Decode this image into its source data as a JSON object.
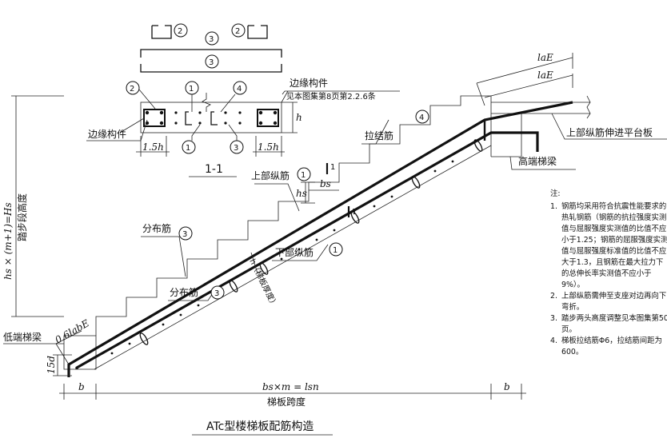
{
  "labels": {
    "edge_member_top": "边缘构件",
    "edge_member_ref": "见本图集第8页第2.2.6条",
    "edge_member_left": "边缘构件",
    "dim_1_5h_left": "1.5h",
    "dim_1_5h_right": "1.5h",
    "dim_h_section": "h",
    "section_label": "1-1",
    "tie_bar": "拉结筋",
    "upper_long_bar": "上部纵筋",
    "distribution_bar_1": "分布筋",
    "distribution_bar_2": "分布筋",
    "lower_long_bar": "下部纵筋",
    "slab_thickness": "h（梯板厚度）",
    "hs": "hs",
    "bs": "bs",
    "cut_mark_1": "1",
    "cut_mark_2": "1",
    "high_end_beam": "高端梯梁",
    "low_end_beam": "低端梯梁",
    "upper_bar_into_platform": "上部纵筋伸进平台板",
    "lae_1": "laE",
    "lae_2": "laE",
    "anchor_0_6lab": "0.6labE",
    "hook_15d": "15d",
    "height_formula": "hs × (m+1)=Hs",
    "height_label": "踏步段高度",
    "span_formula": "bs×m = lsn",
    "span_label": "梯板跨度",
    "b_left": "b",
    "b_right": "b",
    "figure_title": "ATc型楼梯板配筋构造"
  },
  "callouts": {
    "c2_top_left": "2",
    "c3_top_mid": "3",
    "c2_top_right": "2",
    "c3_bottom_mid": "3",
    "c2_left": "2",
    "c1_top": "1",
    "c4_top": "4",
    "c1_bottom": "1",
    "c3_bottom": "3",
    "c4_tie": "4",
    "c1_upper": "1",
    "c3_dist_1": "3",
    "c3_dist_2": "3",
    "c1_lower": "1"
  },
  "notes": {
    "heading": "注:",
    "items": [
      {
        "num": "1.",
        "text": "钢筋均采用符合抗震性能要求的热轧钢筋（钢筋的抗拉强度实测值与屈服强度实测值的比值不应小于1.25；钢筋的屈服强度实测值与屈服强度标准值的比值不应大于1.3，且钢筋在最大拉力下的总伸长率实测值不应小于9%）。"
      },
      {
        "num": "2.",
        "text": "上部纵筋需伸至支座对边再向下弯折。"
      },
      {
        "num": "3.",
        "text": "踏步两头高度调整见本图集第50页。"
      },
      {
        "num": "4.",
        "text": "梯板拉结筋Φ6，拉结筋间距为600。"
      }
    ]
  }
}
